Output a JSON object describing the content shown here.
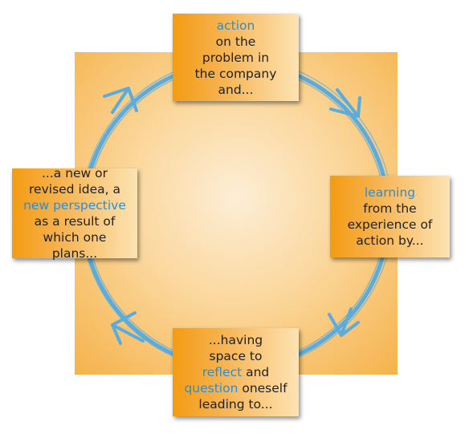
{
  "colors": {
    "accent_text": "#2a8ed6",
    "arrow": "#5aacdf",
    "box_orange": "#f39c12"
  },
  "boxes": {
    "top": {
      "l1": "action",
      "l2": "on the",
      "l3": "problem in",
      "l4": "the company",
      "l5": "and..."
    },
    "right": {
      "l1": "learning",
      "l2": "from the",
      "l3": "experience of",
      "l4": "action by..."
    },
    "bottom": {
      "l1_a": "...having",
      "l2": "space to",
      "l3_hl": "reflect",
      "l3_rest": " and",
      "l4_hl": "question",
      "l4_rest": " oneself",
      "l5": "leading to..."
    },
    "left": {
      "l1": "...a new or",
      "l2": "revised idea, a",
      "l3_hl": "new perspective",
      "l4": "as a result of",
      "l5": "which one plans..."
    }
  }
}
